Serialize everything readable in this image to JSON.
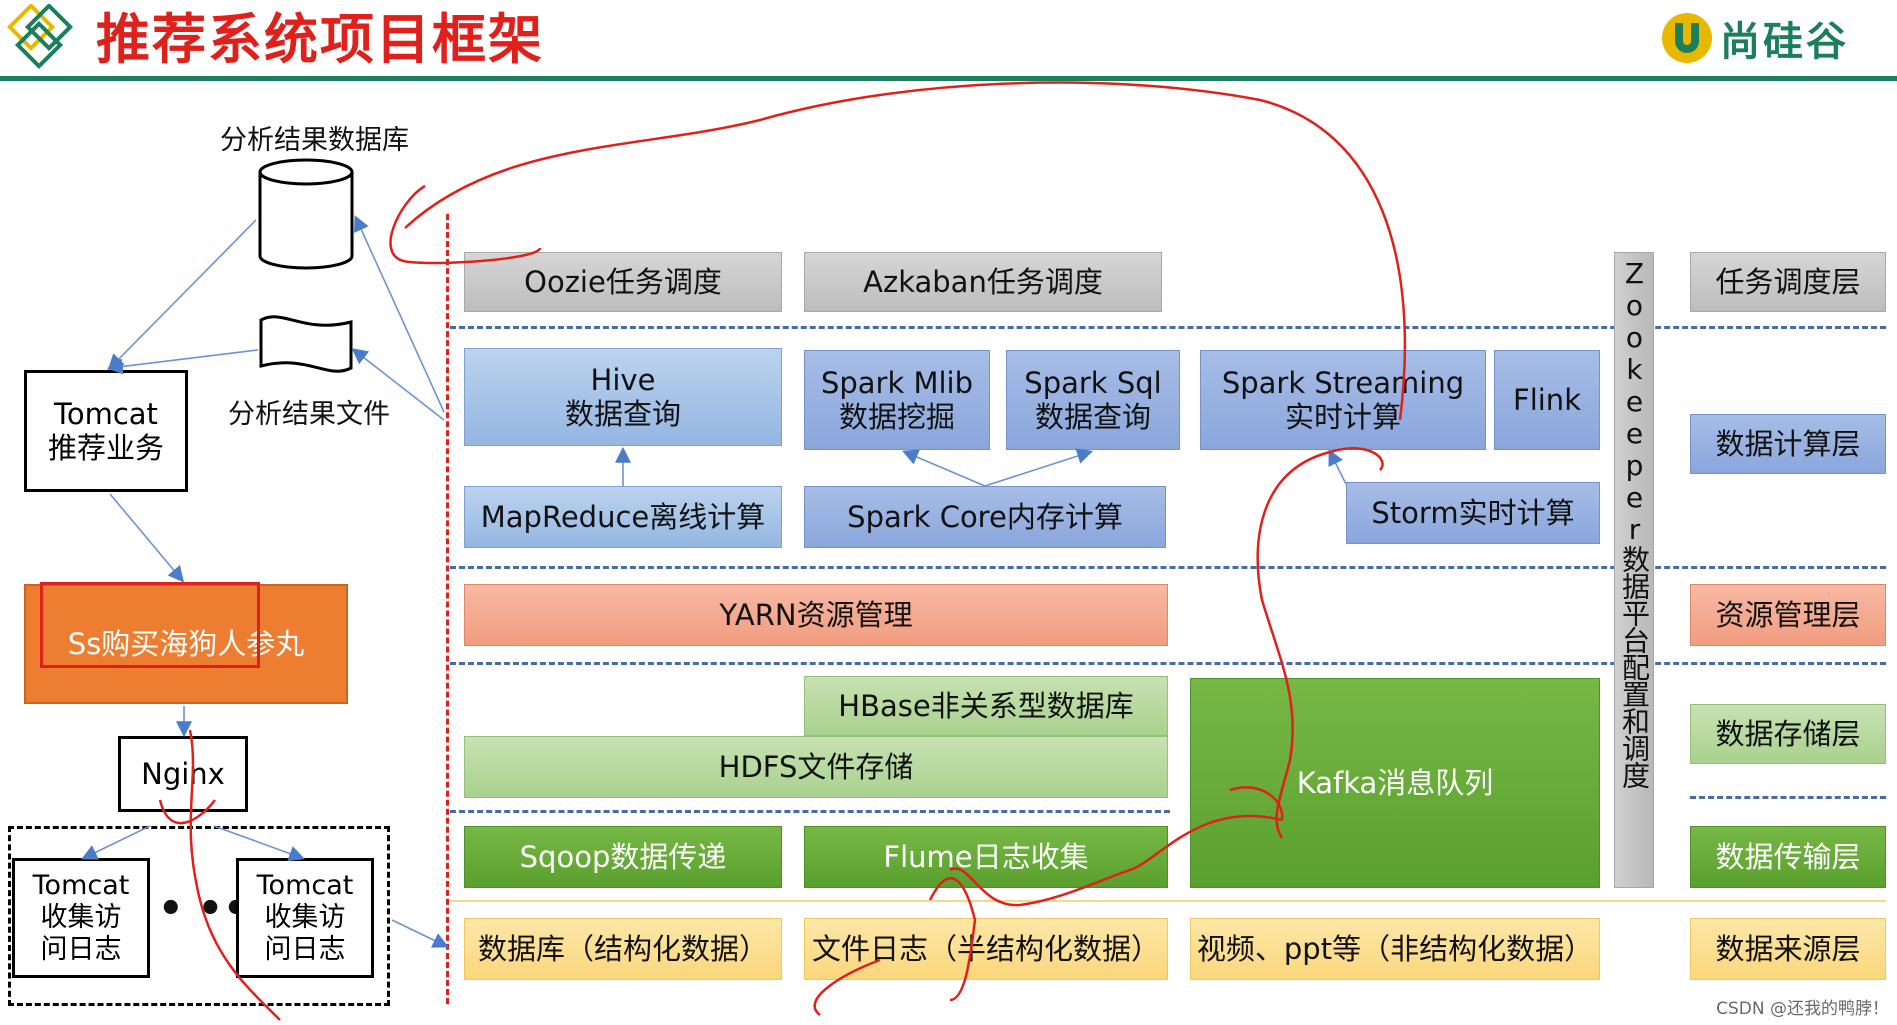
{
  "header": {
    "title": "推荐系统项目框架",
    "brand": "尚硅谷",
    "accent": "#1a7f5a",
    "title_color": "#e0201b"
  },
  "left": {
    "db_label": "分析结果数据库",
    "file_label": "分析结果文件",
    "tomcat_rec": "Tomcat\n推荐业务",
    "orange_box": "Ss购买海狗人参丸",
    "nginx": "Nginx",
    "tomcat_log_1": "Tomcat\n收集访\n问日志",
    "tomcat_log_2": "Tomcat\n收集访\n问日志",
    "dots": "• ••"
  },
  "scheduling": {
    "oozie": "Oozie任务调度",
    "azkaban": "Azkaban任务调度"
  },
  "compute": {
    "hive": "Hive\n数据查询",
    "spark_mlib": "Spark Mlib\n数据挖掘",
    "spark_sql": "Spark Sql\n数据查询",
    "spark_streaming": "Spark Streaming\n实时计算",
    "flink": "Flink",
    "mapreduce": "MapReduce离线计算",
    "spark_core": "Spark Core内存计算",
    "storm": "Storm实时计算"
  },
  "resource": {
    "yarn": "YARN资源管理"
  },
  "storage": {
    "hbase": "HBase非关系型数据库",
    "hdfs": "HDFS文件存储",
    "kafka": "Kafka消息队列"
  },
  "transport": {
    "sqoop": "Sqoop数据传递",
    "flume": "Flume日志收集"
  },
  "sources": {
    "db": "数据库（结构化数据）",
    "file_log": "文件日志（半结构化数据）",
    "video": "视频、ppt等（非结构化数据）"
  },
  "zookeeper": {
    "label": "Zookeeper数据平台配置和调度"
  },
  "layers": {
    "scheduling": "任务调度层",
    "compute": "数据计算层",
    "resource": "资源管理层",
    "storage": "数据存储层",
    "transport": "数据传输层",
    "source": "数据来源层"
  },
  "watermark": "CSDN @还我的鸭脖！"
}
